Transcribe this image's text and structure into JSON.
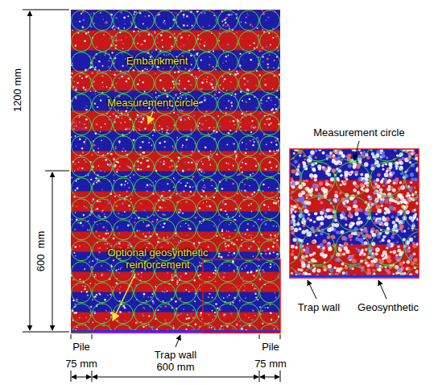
{
  "diagram": {
    "labels": [
      "1200 mm",
      "Embankment",
      "Measurement circle",
      "600  mm",
      "Optional geosynthetic reinforcement",
      "Measurement circle",
      "Trap wall",
      "Geosynthetic",
      "Pile",
      "Pile",
      "Trap wall",
      "75 mm",
      "600 mm",
      "75 mm"
    ]
  }
}
